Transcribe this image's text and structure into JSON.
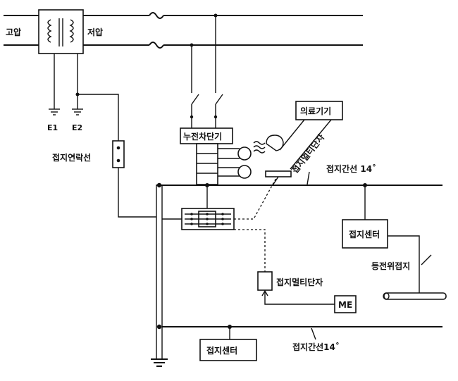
{
  "labels": {
    "high_voltage": "고압",
    "low_voltage": "저압",
    "e1": "E1",
    "e2": "E2",
    "ground_link_wire": "접지연락선",
    "earth_leakage_breaker": "누전차단기",
    "medical_equipment": "의료기기",
    "ground_multi_terminal_upper": "접지멀티단자",
    "ground_trunk_upper": "접지간선 14˚",
    "ground_center_right": "접지센터",
    "equipotential_ground": "등전위접지",
    "ground_multi_terminal_lower": "접지멀티단자",
    "me": "ME",
    "ground_center_bottom": "접지센터",
    "ground_trunk_lower": "접지간선14˚"
  }
}
